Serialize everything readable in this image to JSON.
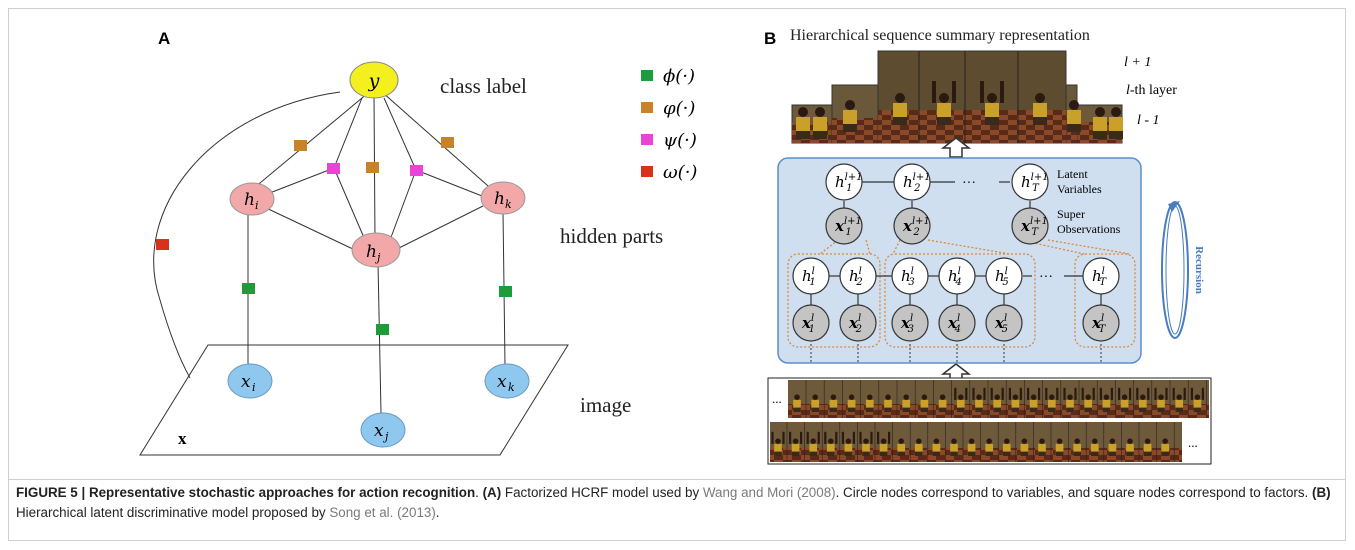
{
  "panel_a": {
    "label": "A",
    "nodes": {
      "y": "y",
      "hi_base": "h",
      "hi_sub": "i",
      "hj_base": "h",
      "hj_sub": "j",
      "hk_base": "h",
      "hk_sub": "k",
      "xi_base": "x",
      "xi_sub": "i",
      "xj_base": "x",
      "xj_sub": "j",
      "xk_base": "x",
      "xk_sub": "k"
    },
    "layer_labels": {
      "class": "class label",
      "hidden": "hidden parts",
      "image": "image"
    },
    "plane_label": "x",
    "legend": [
      {
        "label": "ϕ(·)",
        "color": "#1e9b3a"
      },
      {
        "label": "φ(·)",
        "color": "#c8822a"
      },
      {
        "label": "ψ(·)",
        "color": "#e845d8"
      },
      {
        "label": "ω(·)",
        "color": "#d8321c"
      }
    ],
    "colors": {
      "class_node": "#f4f020",
      "hidden_node": "#f2a8a8",
      "obs_node": "#8ec8ee"
    }
  },
  "panel_b": {
    "label": "B",
    "title": "Hierarchical sequence summary representation",
    "layer_labels": {
      "upper": "l + 1",
      "middle_prefix": "l",
      "middle_suffix": "-th layer",
      "lower": "l - 1"
    },
    "latent_label": [
      "Latent",
      "Variables"
    ],
    "super_label": [
      "Super",
      "Observations"
    ],
    "recursion": "Recursion",
    "dots": "···",
    "film_dots": "...",
    "top_nodes": [
      {
        "h": "h",
        "hsub": "1",
        "hsup": "l+1",
        "x": "x",
        "xsub": "1",
        "xsup": "l+1"
      },
      {
        "h": "h",
        "hsub": "2",
        "hsup": "l+1",
        "x": "x",
        "xsub": "2",
        "xsup": "l+1"
      },
      {
        "h": "h",
        "hsub": "T",
        "hsup": "l+1",
        "x": "x",
        "xsub": "T",
        "xsup": "l+1"
      }
    ],
    "bottom_nodes": [
      {
        "h": "h",
        "hsub": "1",
        "hsup": "l",
        "x": "x",
        "xsub": "1",
        "xsup": "l"
      },
      {
        "h": "h",
        "hsub": "2",
        "hsup": "l",
        "x": "x",
        "xsub": "2",
        "xsup": "l"
      },
      {
        "h": "h",
        "hsub": "3",
        "hsup": "l",
        "x": "x",
        "xsub": "3",
        "xsup": "l"
      },
      {
        "h": "h",
        "hsub": "4",
        "hsup": "l",
        "x": "x",
        "xsub": "4",
        "xsup": "l"
      },
      {
        "h": "h",
        "hsub": "5",
        "hsup": "l",
        "x": "x",
        "xsub": "5",
        "xsup": "l"
      },
      {
        "h": "h",
        "hsub": "T",
        "hsup": "l",
        "x": "x",
        "xsub": "T",
        "xsup": "l"
      }
    ],
    "colors": {
      "box_fill": "#cfdff0",
      "box_stroke": "#5b8fc8",
      "dotted_group": "#d98a3a",
      "recursion": "#4a7cc0"
    }
  },
  "caption": {
    "figure": "FIGURE 5 | Representative stochastic approaches for action recognition",
    "period": ". ",
    "a_tag": "(A)",
    "a_text": " Factorized HCRF model used by ",
    "a_ref": "Wang and Mori (2008)",
    "a_text2": ". Circle nodes correspond to variables, and square nodes correspond to factors. ",
    "b_tag": "(B)",
    "b_text": " Hierarchical latent discriminative model proposed by ",
    "b_ref": "Song et al. (2013)",
    "b_end": "."
  }
}
